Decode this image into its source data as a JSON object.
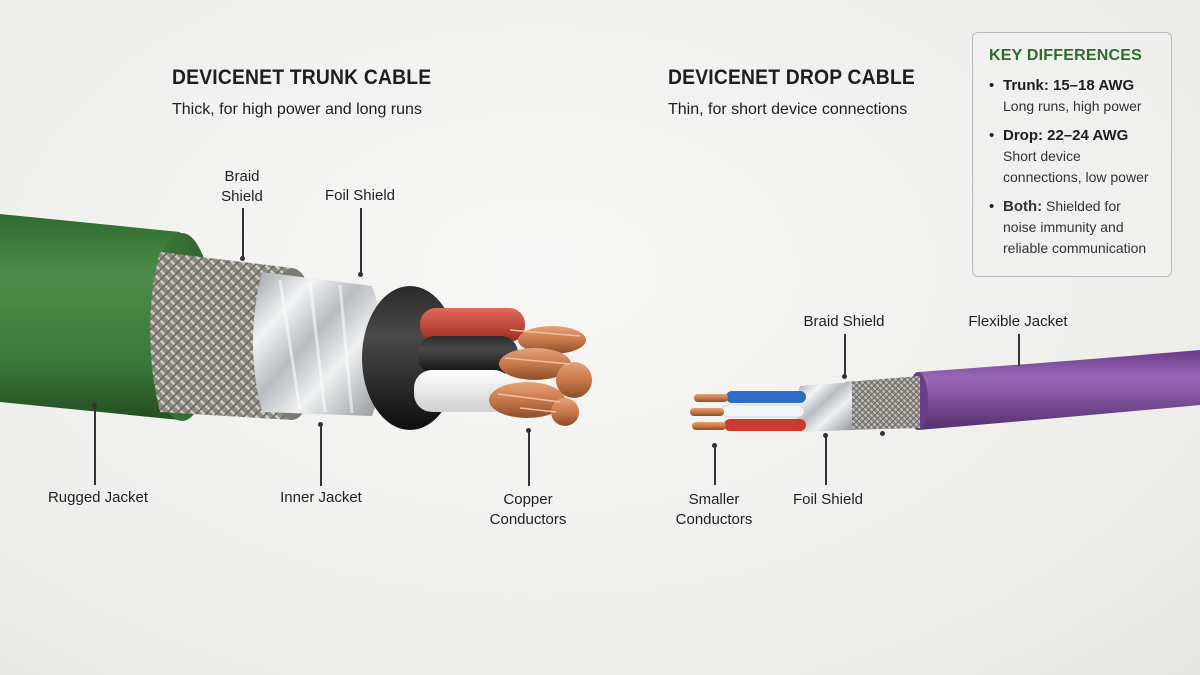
{
  "trunk": {
    "title": "DEVICENET TRUNK CABLE",
    "subtitle": "Thick, for high power and long runs",
    "labels": {
      "braid_shield": "Braid\nShield",
      "foil_shield": "Foil Shield",
      "rugged_jacket": "Rugged Jacket",
      "inner_jacket": "Inner Jacket",
      "copper_conductors": "Copper\nConductors"
    }
  },
  "drop": {
    "title": "DEVICENET DROP CABLE",
    "subtitle": "Thin, for short device connections",
    "labels": {
      "braid_shield": "Braid Shield",
      "flexible_jacket": "Flexible Jacket",
      "smaller_conductors": "Smaller\nConductors",
      "foil_shield": "Foil Shield"
    }
  },
  "key_differences": {
    "title": "KEY DIFFERENCES",
    "items": [
      {
        "main": "Trunk: 15–18 AWG",
        "sub": "Long runs, high power"
      },
      {
        "main": "Drop: 22–24 AWG",
        "sub": "Short device connections, low power"
      },
      {
        "main": "Both:",
        "sub": "Shielded for noise immunity and reliable communication"
      }
    ]
  },
  "colors": {
    "trunk_jacket": "#3d7a3b",
    "drop_jacket": "#7d4a9c",
    "copper": "#c8794a",
    "key_title": "#2f6b2b"
  },
  "icons": [
    "bullet-icon"
  ]
}
